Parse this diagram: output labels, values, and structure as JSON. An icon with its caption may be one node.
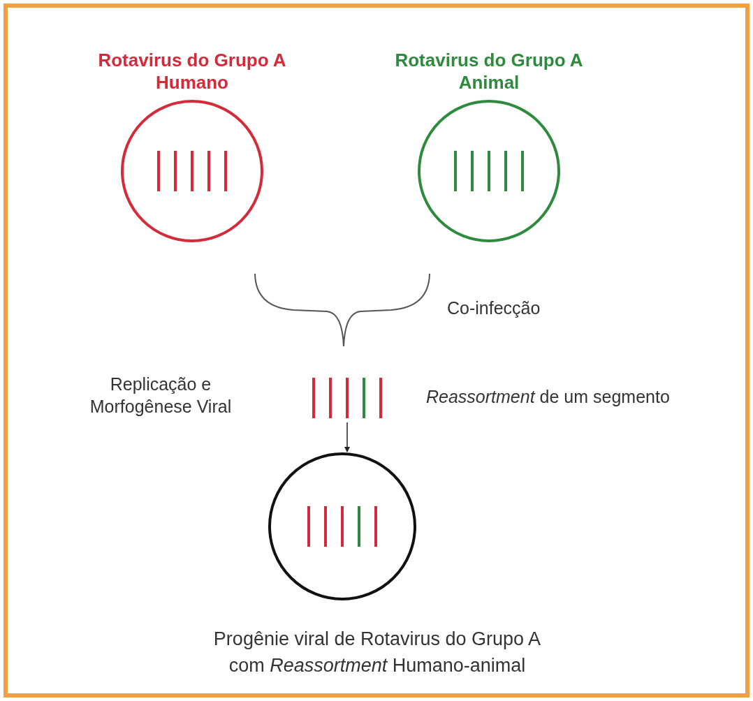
{
  "diagram": {
    "nodes": [
      {
        "text": [
          "Rotavirus do Grupo A Humano"
        ]
      },
      {
        "text": [
          "Rotavirus do Grupo A Animal"
        ]
      },
      {
        "text": [],
        "shape": "bar"
      },
      {
        "text": [
          "Progênie viral de Rotavirus do Grupo A com *Reassortment* Humano-animal"
        ]
      }
    ],
    "edges": [
      {
        "from": 2,
        "to": 3,
        "arrow": "to"
      }
    ],
    "labels": [
      "Co-infecção",
      "Replicação e Morfogênese Viral",
      "*Reassortment* de um segmento"
    ]
  }
}
